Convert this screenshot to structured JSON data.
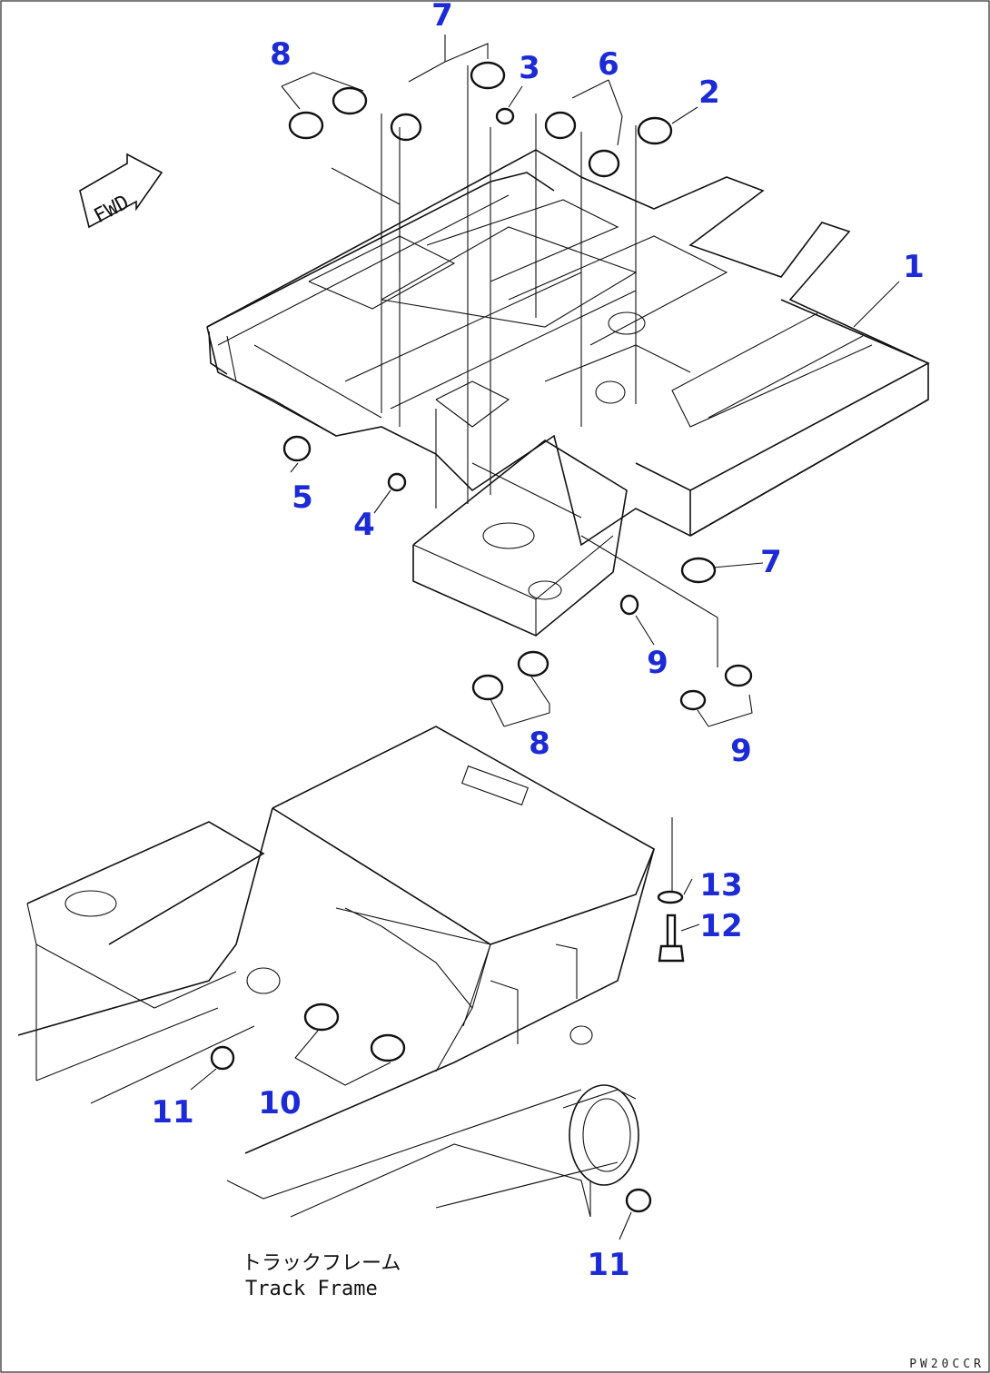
{
  "fwd_label": "FWD",
  "callouts": {
    "c1": "1",
    "c2": "2",
    "c3": "3",
    "c4": "4",
    "c5": "5",
    "c6": "6",
    "c7_top": "7",
    "c7_right": "7",
    "c8_top": "8",
    "c8_mid": "8",
    "c9_mid": "9",
    "c9_low": "9",
    "c10": "10",
    "c11_left": "11",
    "c11_right": "11",
    "c12": "12",
    "c13": "13"
  },
  "caption": {
    "jp": "トラックフレーム",
    "en": "Track Frame"
  },
  "drawing_code": "PW20CCR",
  "colors": {
    "callout": "#1d2bd6",
    "line": "#111111"
  }
}
